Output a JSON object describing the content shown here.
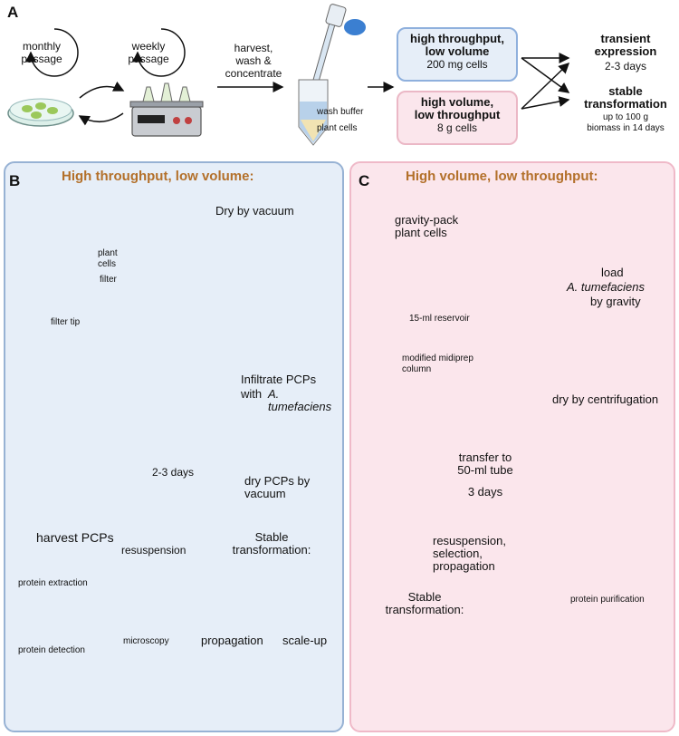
{
  "panel_a": {
    "letter": "A",
    "monthly": "monthly\npassage",
    "weekly": "weekly\npassage",
    "harvest": "harvest,\nwash &\nconcentrate",
    "wash_buffer": "wash buffer",
    "plant_cells": "plant cells",
    "ht_title": "high throughput,\nlow volume",
    "ht_sub": "200 mg cells",
    "hv_title": "high volume,\nlow throughput",
    "hv_sub": "8 g cells",
    "transient_title": "transient\nexpression",
    "transient_sub": "2-3 days",
    "stable_title": "stable\ntransformation",
    "stable_sub": "up to 100 g\nbiomass in 14 days"
  },
  "panel_b": {
    "letter": "B",
    "header": "High throughput, low volume:",
    "dry_vacuum": "Dry by vacuum",
    "plant_cells": "plant\ncells",
    "filter": "filter",
    "filter_tip": "filter tip",
    "infiltrate": "Infiltrate PCPs",
    "infiltrate_with": "with ",
    "infiltrate_species": "A.\ntumefaciens",
    "days": "2-3 days",
    "dry_pcps": "dry PCPs by\nvacuum",
    "harvest_pcps": "harvest PCPs",
    "resuspension": "resuspension",
    "stable": "Stable\ntransformation:",
    "protein_extraction": "protein extraction",
    "protein_detection": "protein detection",
    "microscopy": "microscopy",
    "propagation": "propagation",
    "scale_up": "scale-up"
  },
  "panel_c": {
    "letter": "C",
    "header": "High volume, low throughput:",
    "gravity_pack": "gravity-pack\nplant cells",
    "reservoir": "15-ml reservoir",
    "midiprep": "modified midiprep\ncolumn",
    "load": "load",
    "load_species": "A. tumefaciens",
    "load_gravity": "by gravity",
    "dry_centrifugation": "dry by centrifugation",
    "transfer": "transfer to\n50-ml tube",
    "days": "3 days",
    "resuspension": "resuspension,\nselection,\npropagation",
    "stable": "Stable\ntransformation:",
    "protein_purification": "protein purification"
  },
  "colors": {
    "panel_b_bg": "#e6eef8",
    "panel_b_border": "#97b2d4",
    "panel_c_bg": "#fbe6ec",
    "panel_c_border": "#efb9c8",
    "header_text": "#b3702a",
    "ht_box_border": "#8fb0dd",
    "hv_box_border": "#ebb8c6"
  },
  "icons": [
    "petri-dish-icon",
    "shaker-icon",
    "pipette-icon",
    "tube-icon",
    "flask-icon",
    "vacuum-pump-icon",
    "tube-rack-icon",
    "microscope-icon",
    "centrifuge-icon",
    "blender-icon",
    "column-icon"
  ]
}
